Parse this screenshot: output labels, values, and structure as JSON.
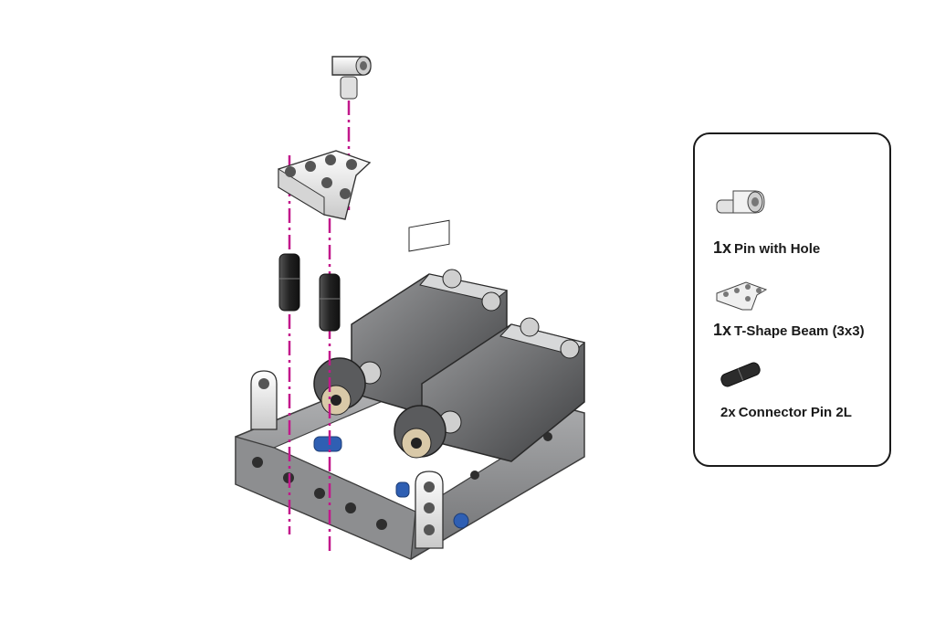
{
  "colors": {
    "axis_line": "#c2188b",
    "frame_gray": "#8d8e90",
    "beam_white": "#f0f0f0",
    "motor_dark": "#4a4b4d",
    "pin_black": "#2b2b2b",
    "pin_blue": "#2f5fb3",
    "gear_tan": "#d9c9a8"
  },
  "parts_list": {
    "items": [
      {
        "quantity": "1x",
        "name": "Pin with Hole",
        "icon": "pin-with-hole-icon"
      },
      {
        "quantity": "1x",
        "name": "T-Shape Beam (3x3)",
        "icon": "t-shape-beam-icon"
      },
      {
        "quantity": "2x",
        "name": "Connector Pin 2L",
        "icon": "connector-pin-icon"
      }
    ]
  }
}
